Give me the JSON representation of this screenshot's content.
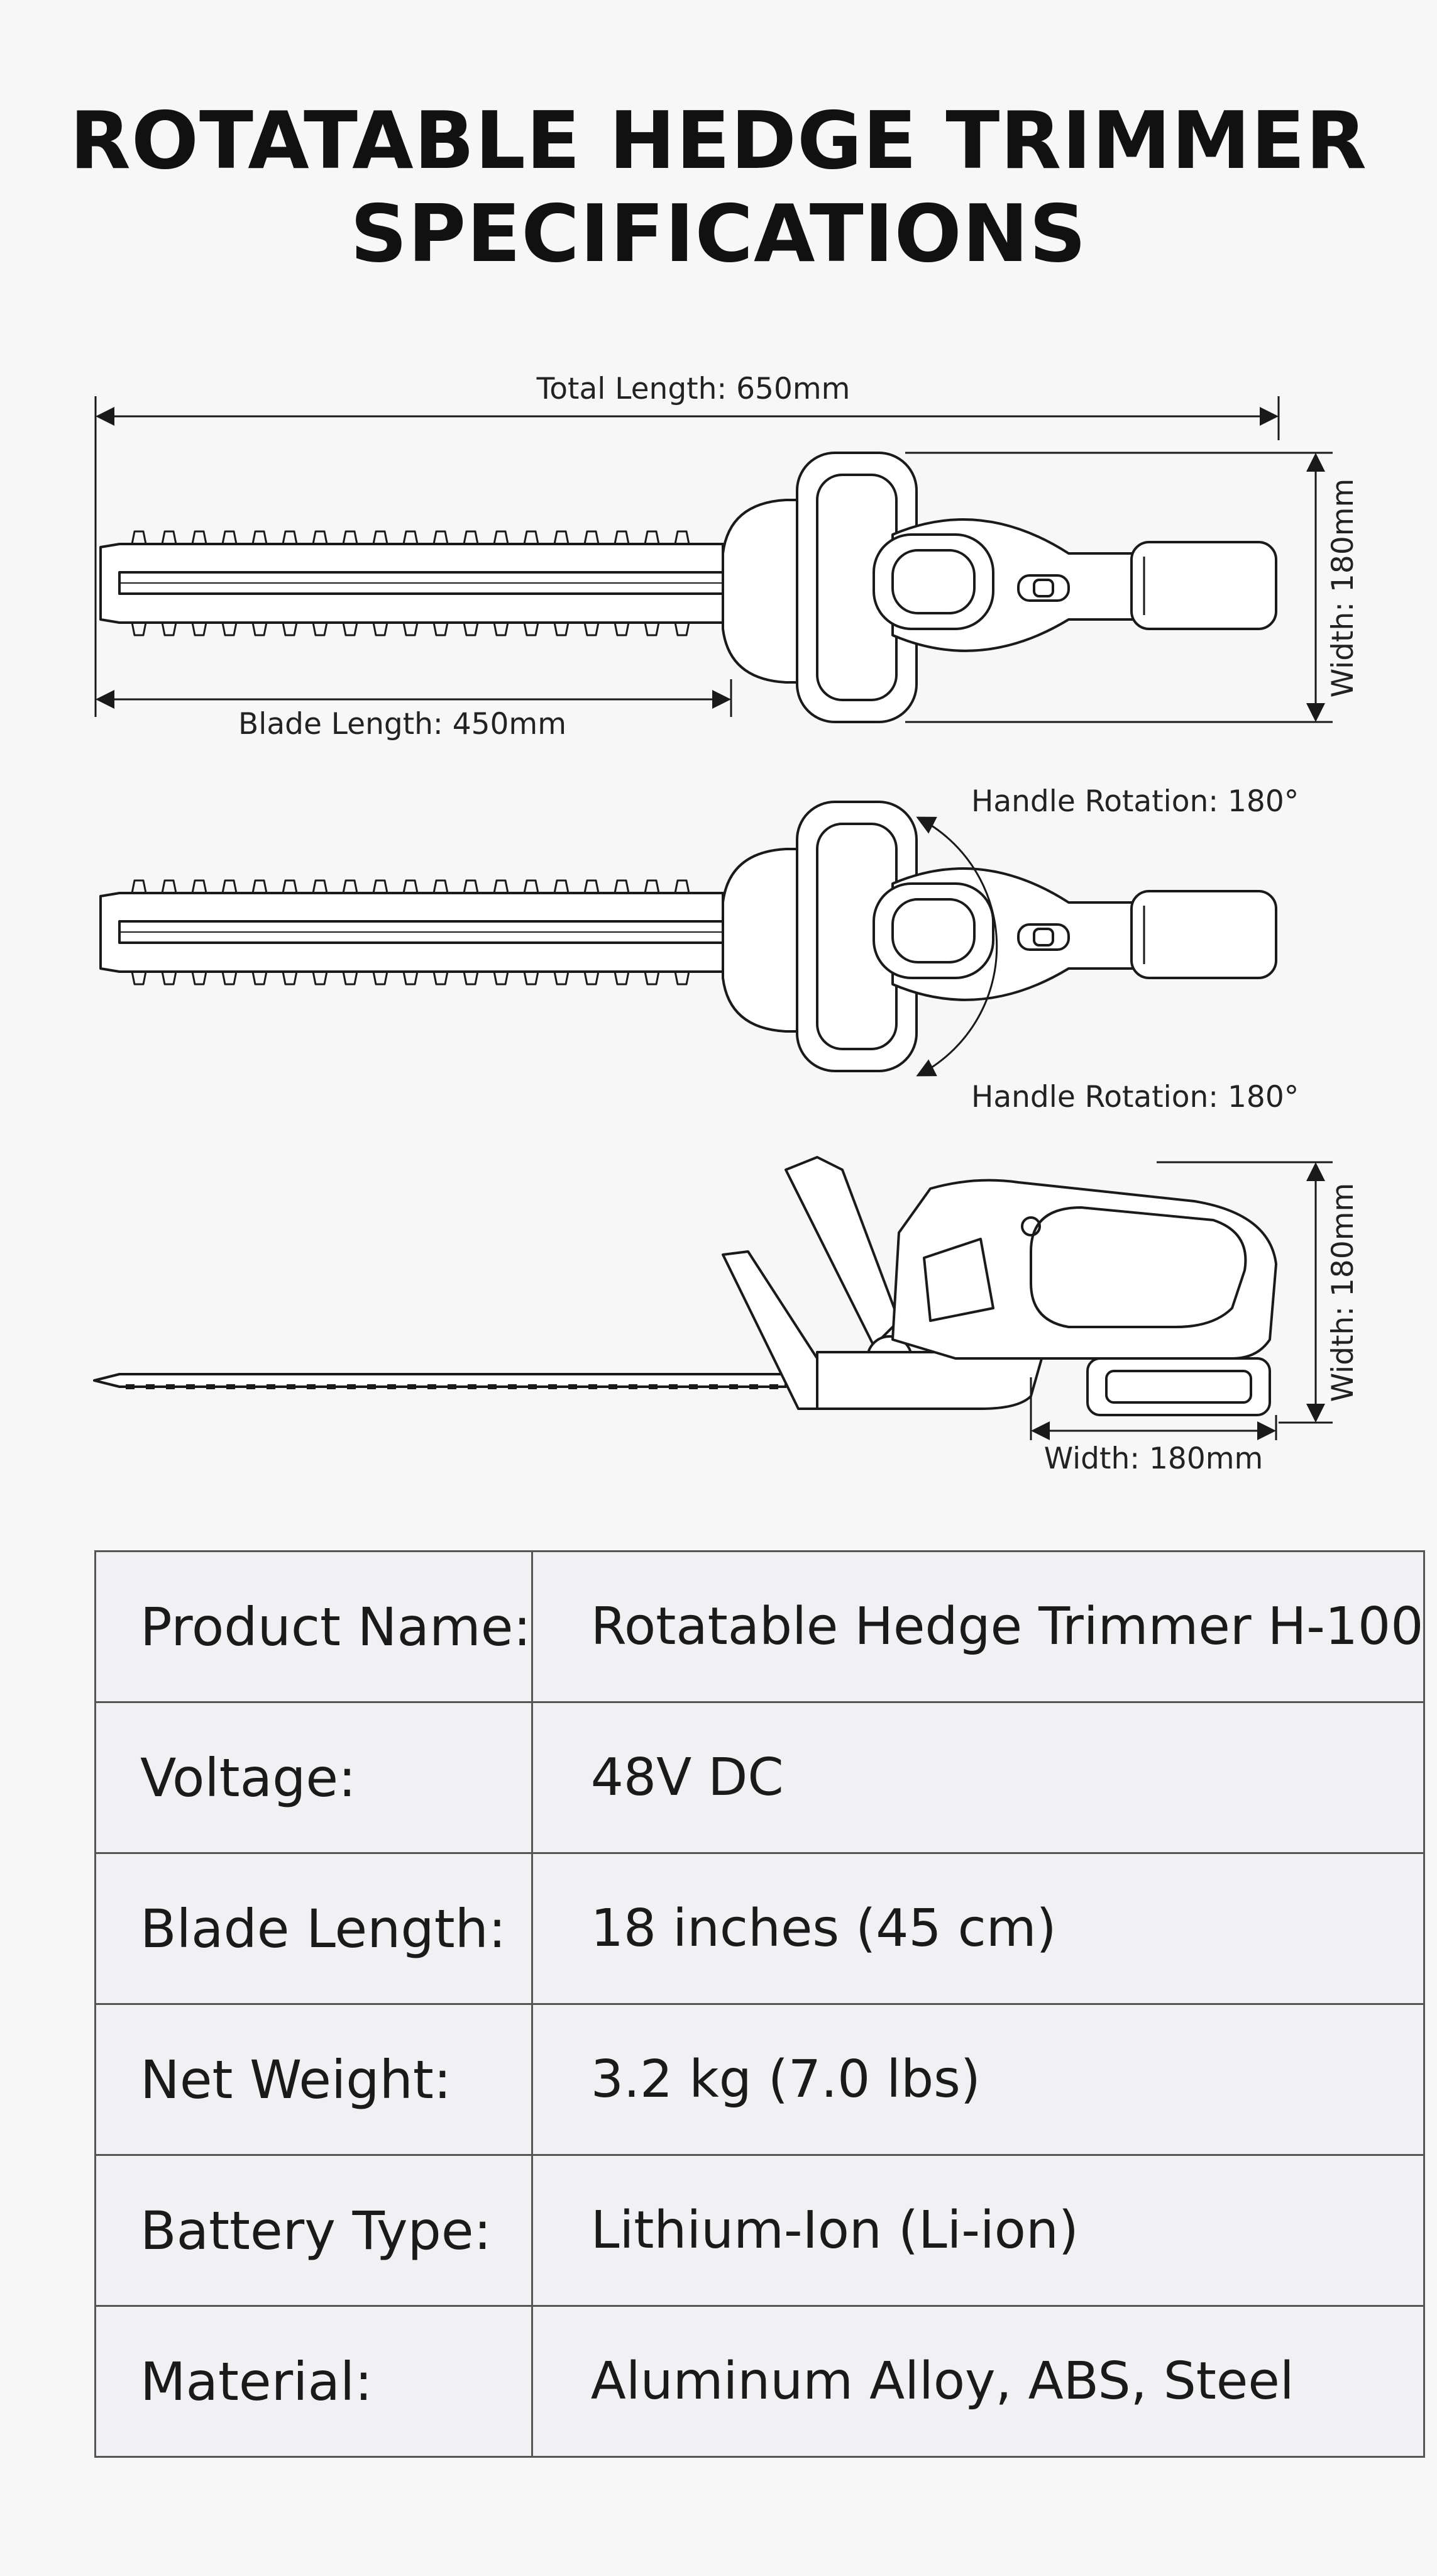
{
  "title": {
    "line1": "ROTATABLE HEDGE TRIMMER",
    "line2": "SPECIFICATIONS"
  },
  "diagram": {
    "total_length_label": "Total Length: 650mm",
    "blade_length_label": "Blade Length: 450mm",
    "width_label_top": "Width: 180mm",
    "rotation_label_top": "Handle Rotation: 180°",
    "rotation_label_bottom": "Handle Rotation: 180°",
    "width_label_side_vertical": "Width: 180mm",
    "width_label_side_horizontal": "Width: 180mm"
  },
  "specs": {
    "rows": [
      {
        "label": "Product Name:",
        "value": "Rotatable Hedge Trimmer H-100"
      },
      {
        "label": "Voltage:",
        "value": "48V DC"
      },
      {
        "label": "Blade Length:",
        "value": "18 inches (45 cm)"
      },
      {
        "label": "Net Weight:",
        "value": "3.2 kg (7.0 lbs)"
      },
      {
        "label": "Battery Type:",
        "value": "Lithium-Ion (Li-ion)"
      },
      {
        "label": "Material:",
        "value": "Aluminum Alloy, ABS, Steel"
      }
    ]
  },
  "colors": {
    "background": "#f7f7f8",
    "line": "#1a1a1a",
    "table_border": "#555555"
  }
}
